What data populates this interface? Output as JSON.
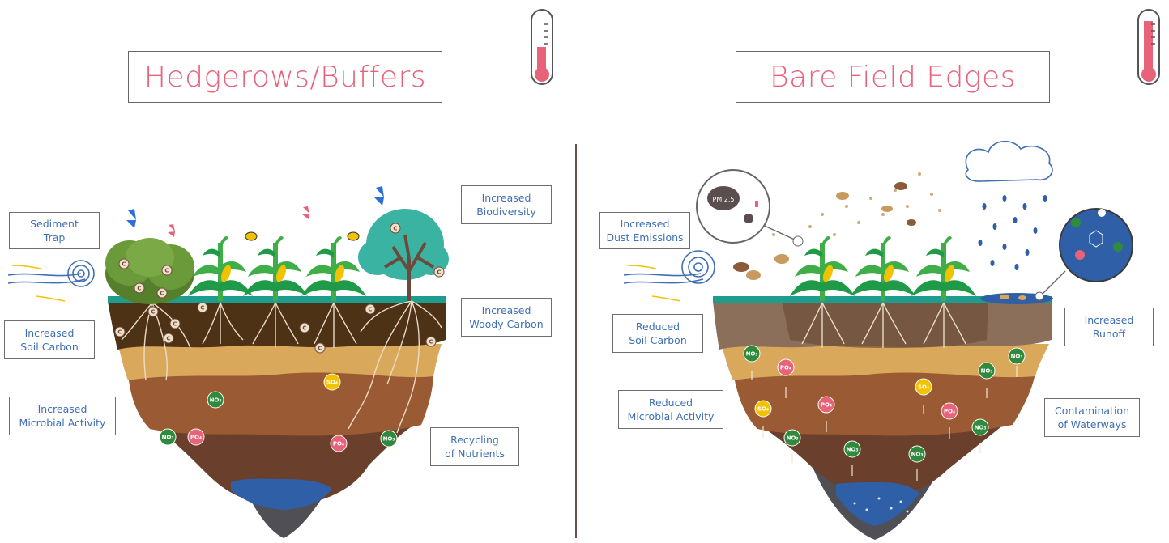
{
  "left": {
    "title": "Hedgerows/Buffers",
    "labels": {
      "sediment": "Sediment\nTrap",
      "soil_carbon": "Increased\nSoil Carbon",
      "microbial": "Increased\nMicrobial Activity",
      "biodiversity": "Increased\nBiodiversity",
      "woody_carbon": "Increased\nWoody Carbon",
      "nutrients": "Recycling\nof Nutrients"
    }
  },
  "right": {
    "title": "Bare Field Edges",
    "labels": {
      "dust": "Increased\nDust Emissions",
      "soil_carbon": "Reduced\nSoil Carbon",
      "microbial": "Reduced\nMicrobial Activity",
      "runoff": "Increased\nRunoff",
      "contamination": "Contamination\nof Waterways"
    },
    "pm_label": "PM 2.5"
  },
  "chemicals": {
    "no3": "NO₃",
    "po4": "PO₄",
    "so4": "SO₄",
    "carbon": "C"
  },
  "colors": {
    "title": "#e8627a",
    "label_text": "#3f6fb3",
    "topsoil": "#4e3216",
    "sand": "#d9a85a",
    "mid_soil": "#9a5a34",
    "deep_soil": "#6a3f2b",
    "bedrock": "#4f4f55",
    "water": "#2f5fa6",
    "grass": "#1e9d8f",
    "no3": "#2f8a3e",
    "po4": "#e8627a",
    "so4": "#f2c100"
  }
}
